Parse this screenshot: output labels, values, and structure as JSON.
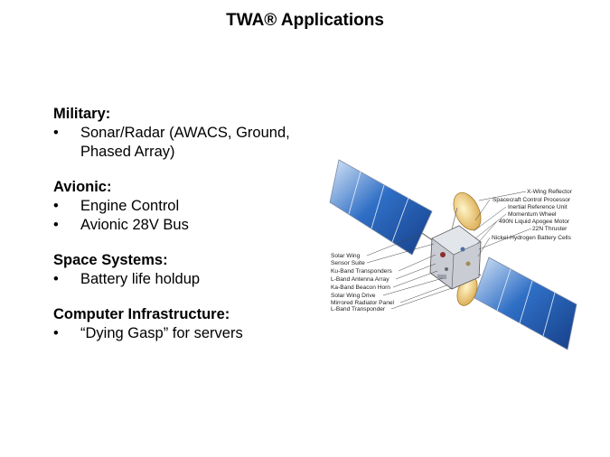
{
  "title": "TWA® Applications",
  "sections": [
    {
      "heading": "Military:",
      "items": [
        "Sonar/Radar (AWACS, Ground, Phased Array)"
      ]
    },
    {
      "heading": "Avionic:",
      "items": [
        "Engine Control",
        "Avionic 28V Bus"
      ]
    },
    {
      "heading": "Space Systems:",
      "items": [
        "Battery life holdup"
      ]
    },
    {
      "heading": "Computer Infrastructure:",
      "items": [
        "“Dying Gasp” for servers"
      ]
    }
  ],
  "figure": {
    "right_labels": [
      "X-Wing Reflector",
      "Spacecraft Control Processor",
      "Inertial Reference Unit",
      "Momentum Wheel",
      "490N Liquid Apogee Motor",
      "22N Thruster",
      "Nickel-Hydrogen Battery Cells"
    ],
    "left_labels": [
      "Solar Wing",
      "Sensor Suite",
      "Ku-Band Transponders",
      "L-Band Antenna Array",
      "Ka-Band Beacon Horn",
      "Solar Wing Drive",
      "Mirrored Radiator Panel",
      "L-Band Transponder"
    ]
  }
}
